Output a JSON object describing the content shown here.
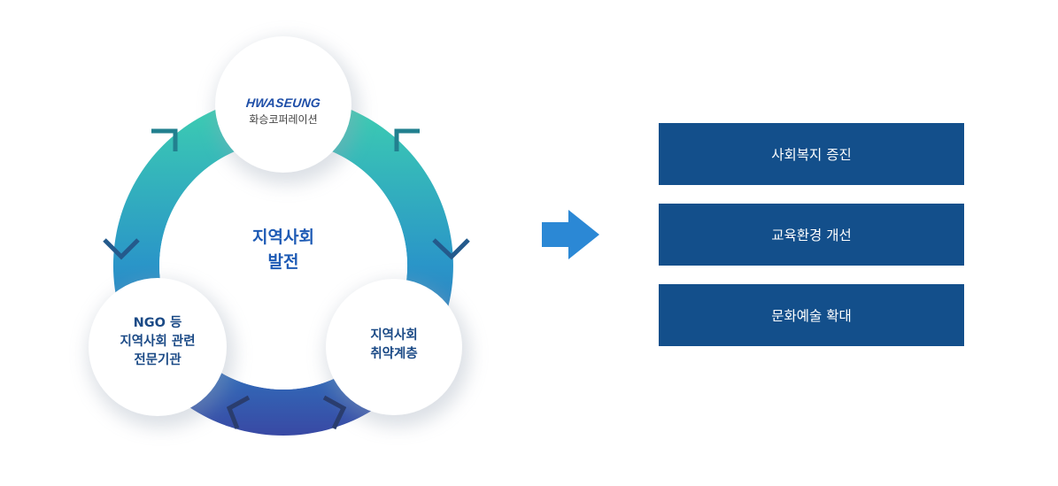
{
  "diagram": {
    "center": {
      "lines": [
        "지역사회",
        "발전"
      ]
    },
    "nodes": {
      "top": {
        "brand": "HWASEUNG",
        "name": "화승코퍼레이션"
      },
      "left": {
        "lines": [
          "NGO 등",
          "지역사회 관련",
          "전문기관"
        ]
      },
      "right": {
        "lines": [
          "지역사회",
          "취약계층"
        ]
      }
    },
    "colors": {
      "ring_top": "#3ac7b2",
      "ring_mid": "#2a8fca",
      "ring_bottom": "#3a53a8",
      "chevron_teal": "#22808f",
      "chevron_blue": "#245a8c",
      "chevron_navy": "#2a3d6e",
      "arrow": "#2b88d5",
      "box": "#134f8b"
    }
  },
  "results": [
    {
      "label": "사회복지 증진"
    },
    {
      "label": "교육환경 개선"
    },
    {
      "label": "문화예술 확대"
    }
  ]
}
